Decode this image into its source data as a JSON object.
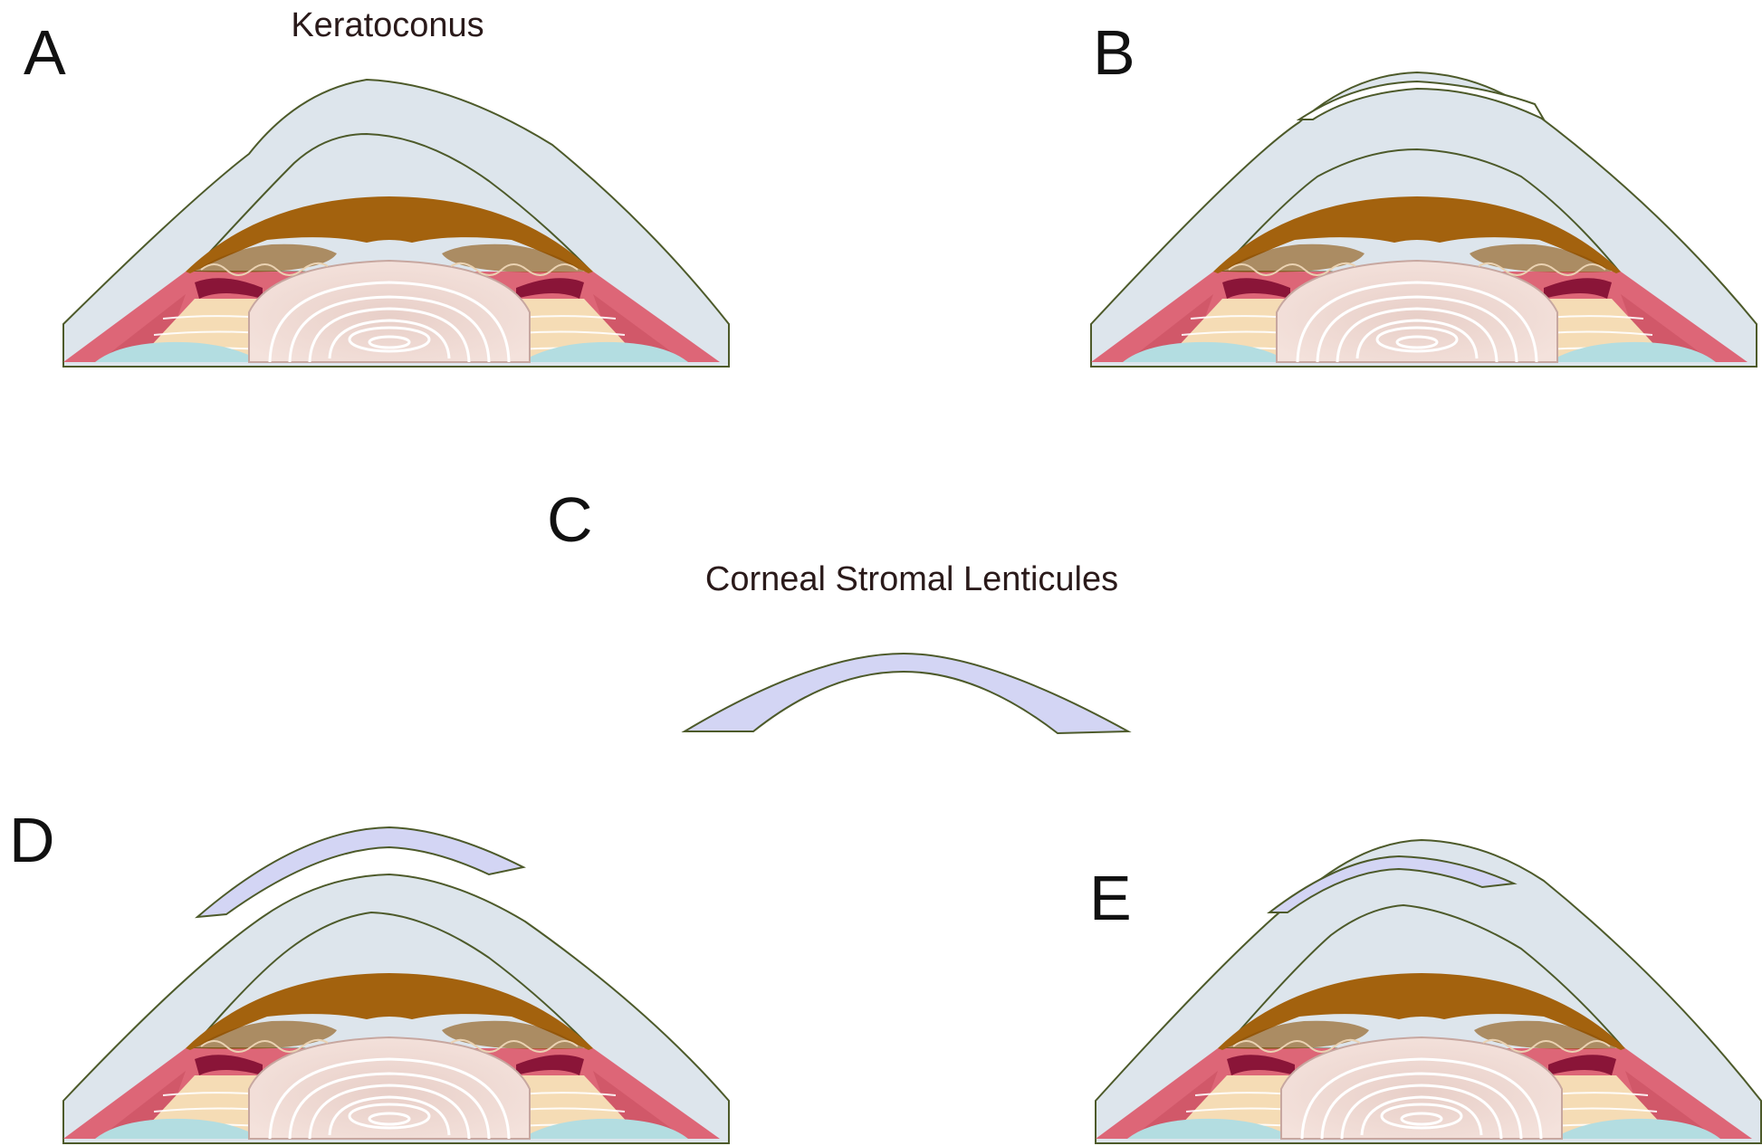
{
  "panels": {
    "a": {
      "letter": "A",
      "caption": "Keratoconus"
    },
    "b": {
      "letter": "B"
    },
    "c": {
      "letter": "C",
      "caption": "Corneal Stromal Lenticules"
    },
    "d": {
      "letter": "D"
    },
    "e": {
      "letter": "E"
    }
  },
  "colors": {
    "cornea": "#dde5ec",
    "outline": "#4d5a2a",
    "iris": "#a3620e",
    "lens": "#f1dbd6",
    "lens_rings": "#ffffff",
    "sclera_red": "#dd6677",
    "ciliary_cream": "#f5dcb5",
    "vitreous_teal": "#b3dde1",
    "lenticule": "#d3d5f4"
  }
}
